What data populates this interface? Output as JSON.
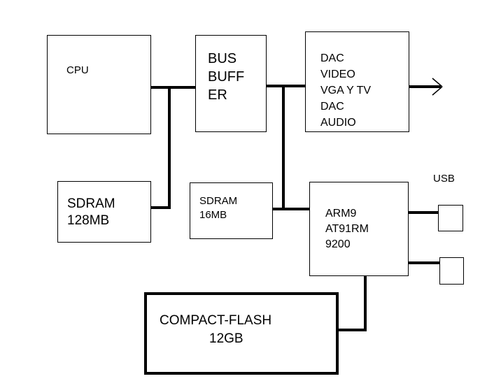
{
  "blocks": {
    "cpu": {
      "label": "CPU"
    },
    "bus_buffer": {
      "lines": [
        "BUS",
        "BUFF",
        "ER"
      ]
    },
    "dac": {
      "lines": [
        "DAC",
        "VIDEO",
        "VGA Y TV",
        "DAC",
        "AUDIO"
      ]
    },
    "sdram_128": {
      "lines": [
        "SDRAM",
        "128MB"
      ]
    },
    "sdram_16": {
      "lines": [
        "SDRAM",
        "16MB"
      ]
    },
    "arm9": {
      "lines": [
        "ARM9",
        "AT91RM",
        "9200"
      ]
    },
    "compact_flash": {
      "lines": [
        "COMPACT-FLASH",
        "12GB"
      ]
    },
    "usb": {
      "label": "USB"
    }
  },
  "colors": {
    "line": "#000000",
    "background": "#ffffff"
  }
}
